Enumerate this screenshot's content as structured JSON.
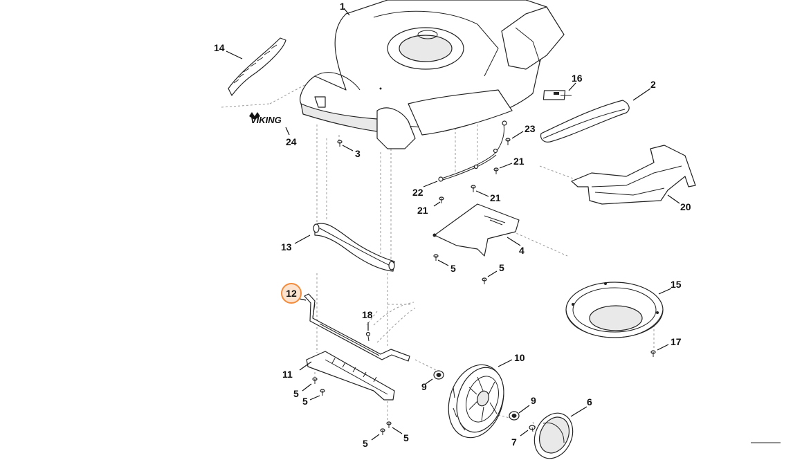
{
  "brand_logo": "VIKING",
  "selected_part": "12",
  "accent_color": "#f28c3c",
  "callouts": {
    "c1": "1",
    "c2": "2",
    "c3": "3",
    "c4": "4",
    "c5a": "5",
    "c5b": "5",
    "c5c": "5",
    "c5d": "5",
    "c5e": "5",
    "c5f": "5",
    "c6": "6",
    "c7": "7",
    "c9a": "9",
    "c9b": "9",
    "c10": "10",
    "c11": "11",
    "c12": "12",
    "c13": "13",
    "c14": "14",
    "c15": "15",
    "c16": "16",
    "c17": "17",
    "c18": "18",
    "c20": "20",
    "c21a": "21",
    "c21b": "21",
    "c21c": "21",
    "c22": "22",
    "c23": "23",
    "c24": "24"
  }
}
